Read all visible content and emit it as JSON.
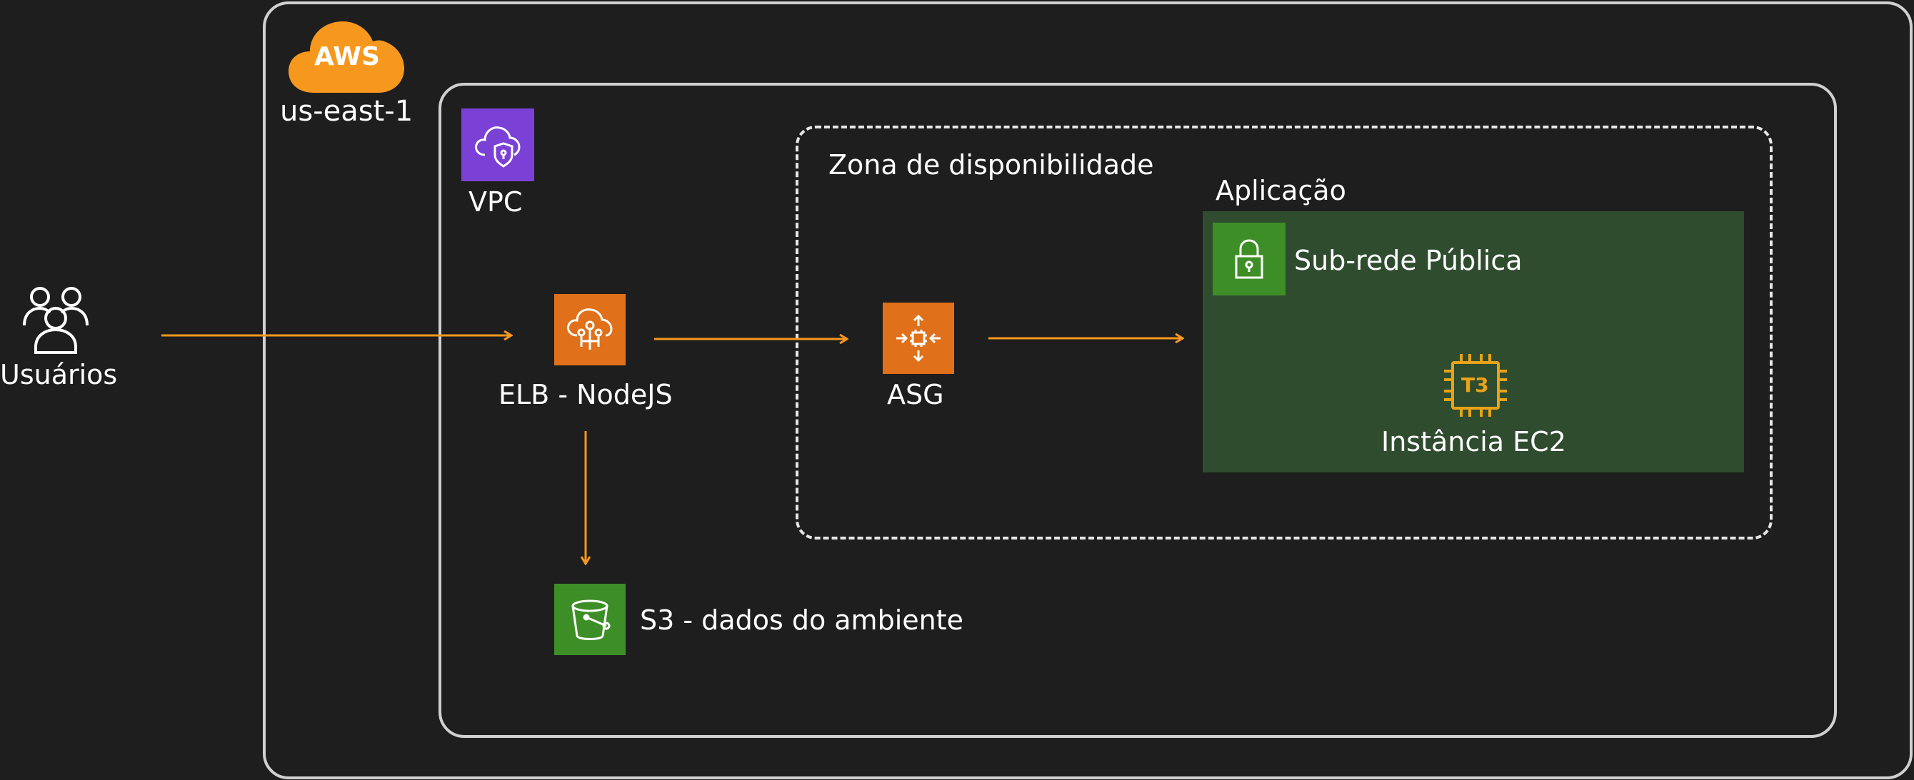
{
  "colors": {
    "background": "#1e1e1e",
    "aws_orange": "#f7981e",
    "arrow": "#f7981e",
    "vpc_purple": "#7b40d6",
    "elb_orange": "#e07019",
    "s3_green": "#3e8e27",
    "subnet_green": "#2f4c2f",
    "ec2_orange": "#e8a317"
  },
  "cloud": {
    "badge": "AWS",
    "region": "us-east-1"
  },
  "vpc": {
    "label": "VPC",
    "icon": "vpc-cloud-shield-icon"
  },
  "users": {
    "label": "Usuários",
    "icon": "users-icon"
  },
  "elb": {
    "label": "ELB - NodeJS",
    "icon": "elb-icon"
  },
  "s3": {
    "label": "S3 - dados do ambiente",
    "icon": "s3-bucket-icon"
  },
  "availability_zone": {
    "label": "Zona de disponibilidade"
  },
  "asg": {
    "label": "ASG",
    "icon": "asg-icon"
  },
  "application": {
    "label": "Aplicação"
  },
  "subnet": {
    "label": "Sub-rede Pública",
    "icon": "lock-icon"
  },
  "ec2": {
    "label": "Instância EC2",
    "chip_text": "T3",
    "icon": "ec2-chip-icon"
  }
}
